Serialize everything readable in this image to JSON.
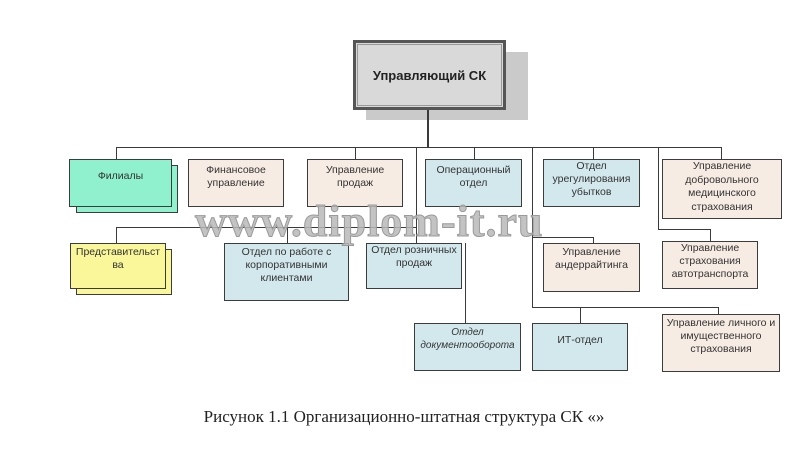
{
  "diagram": {
    "root": {
      "label": "Управляющий СК"
    },
    "level1": [
      {
        "id": "filialy",
        "label": "Филиалы",
        "color": "#8ff1cd"
      },
      {
        "id": "finance",
        "label": "Финансовое управление",
        "color": "#f7ece3"
      },
      {
        "id": "sales",
        "label": "Управление продаж",
        "color": "#f7ece3"
      },
      {
        "id": "operations",
        "label": "Операционный отдел",
        "color": "#d3e8ec"
      },
      {
        "id": "claims",
        "label": "Отдел урегулирования убытков",
        "color": "#d3e8ec"
      },
      {
        "id": "medical",
        "label": "Управление добровольного медицинского страхования",
        "color": "#f7ece3"
      }
    ],
    "level2": [
      {
        "id": "representations",
        "label": "Представительства",
        "display": "Представительст ва",
        "color": "#f9f79a"
      },
      {
        "id": "corporate",
        "label": "Отдел по работе с корпоративными клиентами",
        "color": "#d3e8ec"
      },
      {
        "id": "retail",
        "label": "Отдел розничных продаж",
        "color": "#d3e8ec"
      },
      {
        "id": "underwriting",
        "label": "Управление андеррайтинга",
        "color": "#f7ece3"
      },
      {
        "id": "auto",
        "label": "Управление страхования автотранспорта",
        "color": "#f7ece3"
      }
    ],
    "level3": [
      {
        "id": "docflow",
        "label": "Отдел документооборота",
        "color": "#d3e8ec"
      },
      {
        "id": "it",
        "label": "ИТ-отдел",
        "color": "#d3e8ec"
      },
      {
        "id": "personal",
        "label": "Управление личного и имущественного страхования",
        "color": "#f7ece3"
      }
    ]
  },
  "watermark": "www.diplom-it.ru",
  "caption": "Рисунок 1.1 Организационно-штатная структура  СК «»"
}
